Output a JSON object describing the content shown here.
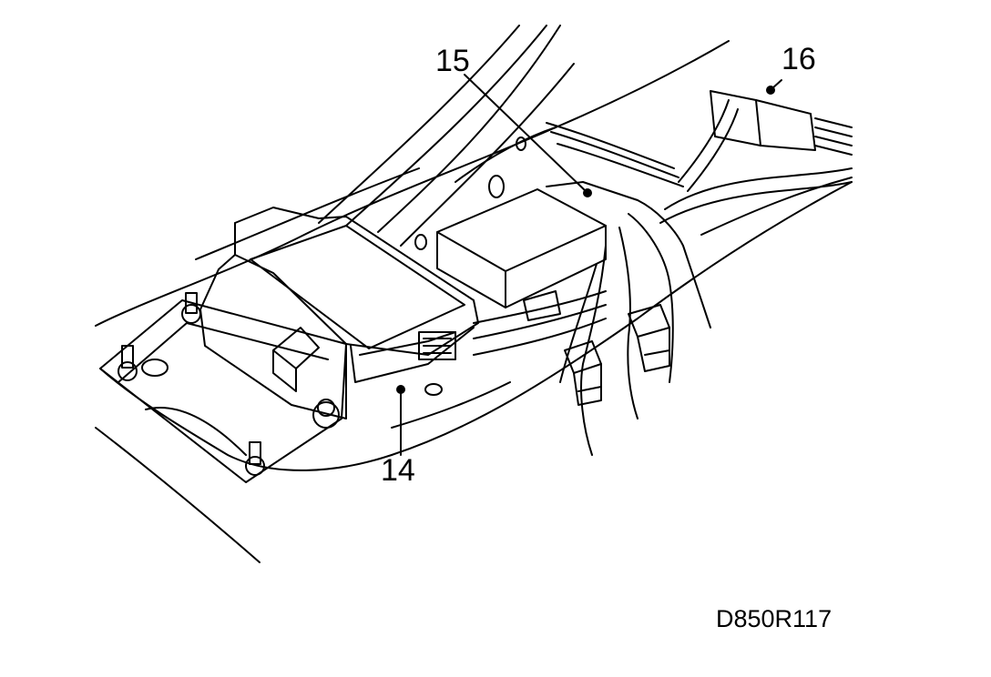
{
  "callouts": {
    "c14": "14",
    "c15": "15",
    "c16": "16"
  },
  "figure_ref": "D850R117",
  "colors": {
    "line": "#000000",
    "background": "#ffffff"
  }
}
